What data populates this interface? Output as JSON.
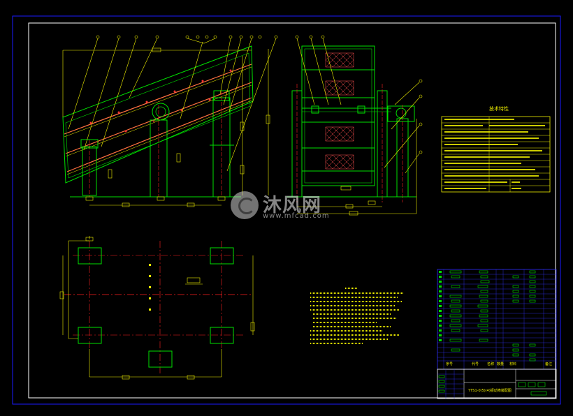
{
  "drawing": {
    "colors": {
      "background": "#000000",
      "border": "#ffffff",
      "outer_border": "#1a1aff",
      "structure": "#00e000",
      "leader": "#f0f000",
      "screen": "#ff6666",
      "centerline": "#ff2020",
      "table_line": "#3030ff"
    }
  },
  "watermark": {
    "brand": "沐风网",
    "url": "www.mfcad.com",
    "icon": "mfcad-logo-icon"
  },
  "parts_table": {
    "title": "技术特性"
  },
  "title_block": {
    "drawing_name": "YTS1-0(5)(4)振动筛装配图",
    "headers": [
      "序号",
      "代号",
      "名称",
      "数量",
      "材料",
      "备注"
    ]
  }
}
